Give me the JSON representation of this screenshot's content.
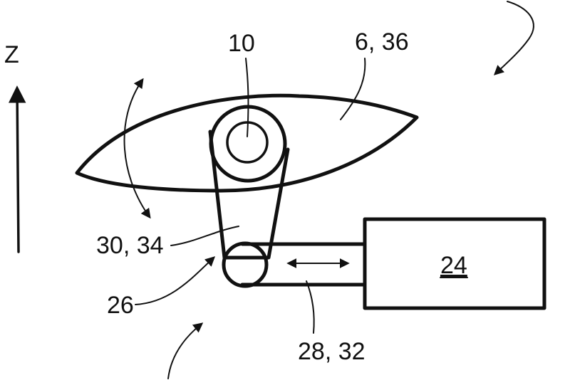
{
  "axis": {
    "label": "Z"
  },
  "labels": {
    "pivot": "10",
    "blade": "6, 36",
    "arm": "30, 34",
    "joint": "26",
    "rod": "28, 32",
    "actuator": "24"
  }
}
